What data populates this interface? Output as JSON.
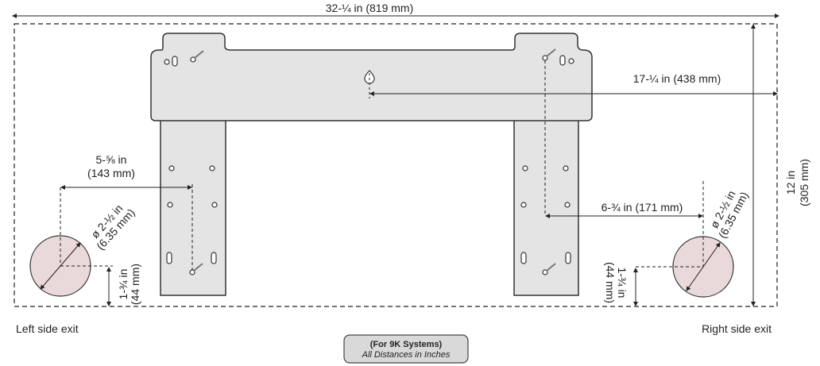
{
  "dimensions": {
    "overall_width": "32-¼ in (819 mm)",
    "keyhole_offset": "17-¼ in (438 mm)",
    "height_in": "12 in",
    "height_mm": "(305 mm)",
    "left_offset_in": "5-⅝ in",
    "left_offset_mm": "(143 mm)",
    "right_offset": "6-¾ in (171 mm)",
    "diameter_in": "ø 2-½ in",
    "diameter_mm": "(6.35 mm)",
    "exit_height_in": "1-¾ in",
    "exit_height_mm": "(44 mm)"
  },
  "labels": {
    "left_exit": "Left side exit",
    "right_exit": "Right side exit"
  },
  "note": {
    "line1": "(For 9K Systems)",
    "line2": "All Distances in Inches"
  },
  "colors": {
    "bracket_fill": "#e4e4e4",
    "exit_fill": "#ead9da",
    "badge_fill": "#d9d9d9"
  }
}
